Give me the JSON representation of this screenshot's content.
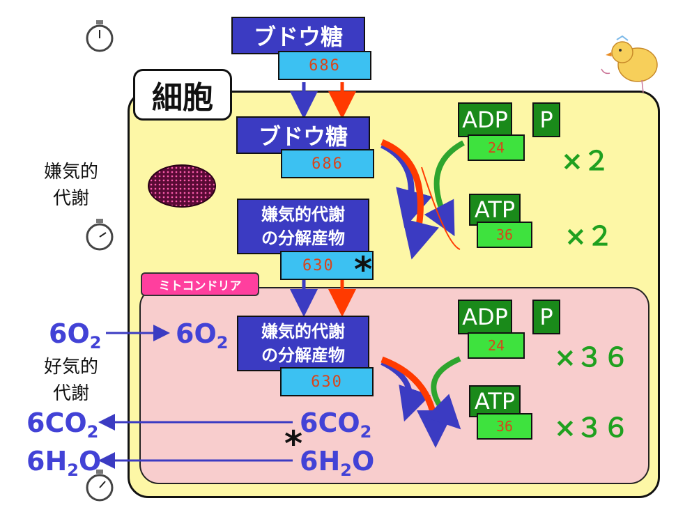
{
  "glucose": {
    "name": "ブドウ糖",
    "energy": "686"
  },
  "cell_label": "細胞",
  "mito_label": "ミトコンドリア",
  "side_labels": {
    "anaerobic_line1": "嫌気的",
    "anaerobic_line2": "代謝",
    "aerobic_line1": "好気的",
    "aerobic_line2": "代謝"
  },
  "products": {
    "line1": "嫌気的代謝",
    "line2": "の分解産物",
    "energy": "630"
  },
  "atp": {
    "adp": "ADP",
    "p": "P",
    "adp_energy": "24",
    "atp": "ATP",
    "atp_energy": "36"
  },
  "multipliers": {
    "anaerobic": "×２",
    "aerobic": "×３６"
  },
  "chem": {
    "coef_o2": "6O",
    "coef_co2": "6CO",
    "coef_h2o": "6H",
    "sub2": "2",
    "o": "O"
  },
  "star": "*",
  "colors": {
    "cell": "#fdf7a6",
    "mitochondria": "#f8cdcd",
    "blue_box": "#3b3bc2",
    "cyan_box": "#3cc1f2",
    "green_box": "#1a8a1a",
    "lime_box": "#3ee23e",
    "mito_label": "#ff3f9e",
    "blue_arrow": "#3b3bc2",
    "red_arrow": "#ff3a00",
    "green_arrow": "#2ea52e"
  },
  "icons": [
    "stopwatch-icon",
    "chick-drawing-icon",
    "nucleus-icon"
  ]
}
